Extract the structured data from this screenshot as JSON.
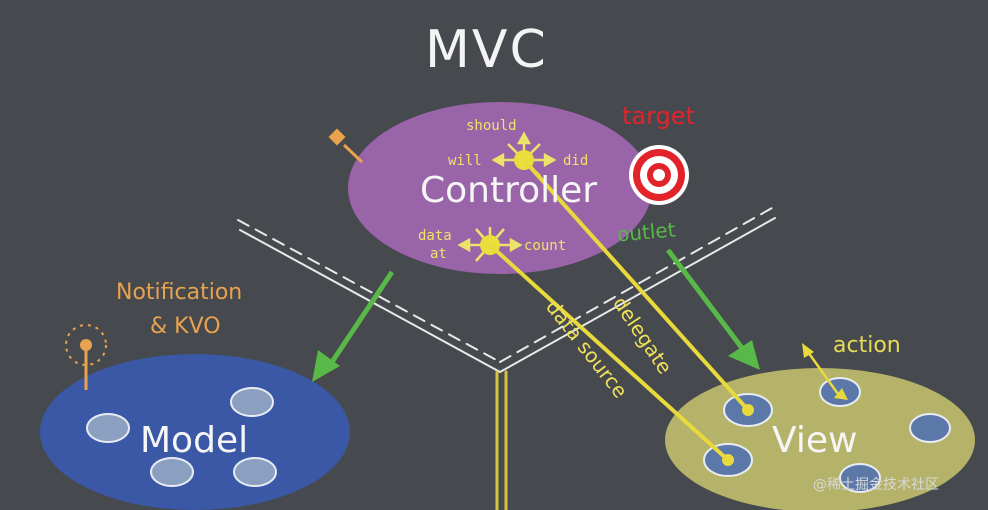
{
  "diagram": {
    "title": "MVC",
    "components": {
      "controller": "Controller",
      "model": "Model",
      "view": "View"
    },
    "controller_top_labels": {
      "should": "should",
      "will": "will",
      "did": "did"
    },
    "controller_bottom_labels": {
      "data": "data",
      "at": "at",
      "count": "count"
    },
    "connections": {
      "target": "target",
      "outlet": "outlet",
      "delegate": "delegate",
      "data_source": "data source",
      "action": "action",
      "notification_line1": "Notification",
      "notification_line2": "& KVO"
    },
    "watermark": "@稀土掘金技术社区",
    "colors": {
      "background": "#46494d",
      "controller": "#9a64a8",
      "model": "#3a58a6",
      "view": "#b5b36a",
      "green_arrow": "#58b848",
      "yellow": "#e8d93c",
      "orange": "#e9a24e",
      "target_red": "#e2232a",
      "road_line": "#d6c33b"
    },
    "icons": [
      "target-icon",
      "antenna-icon",
      "key-icon"
    ]
  }
}
